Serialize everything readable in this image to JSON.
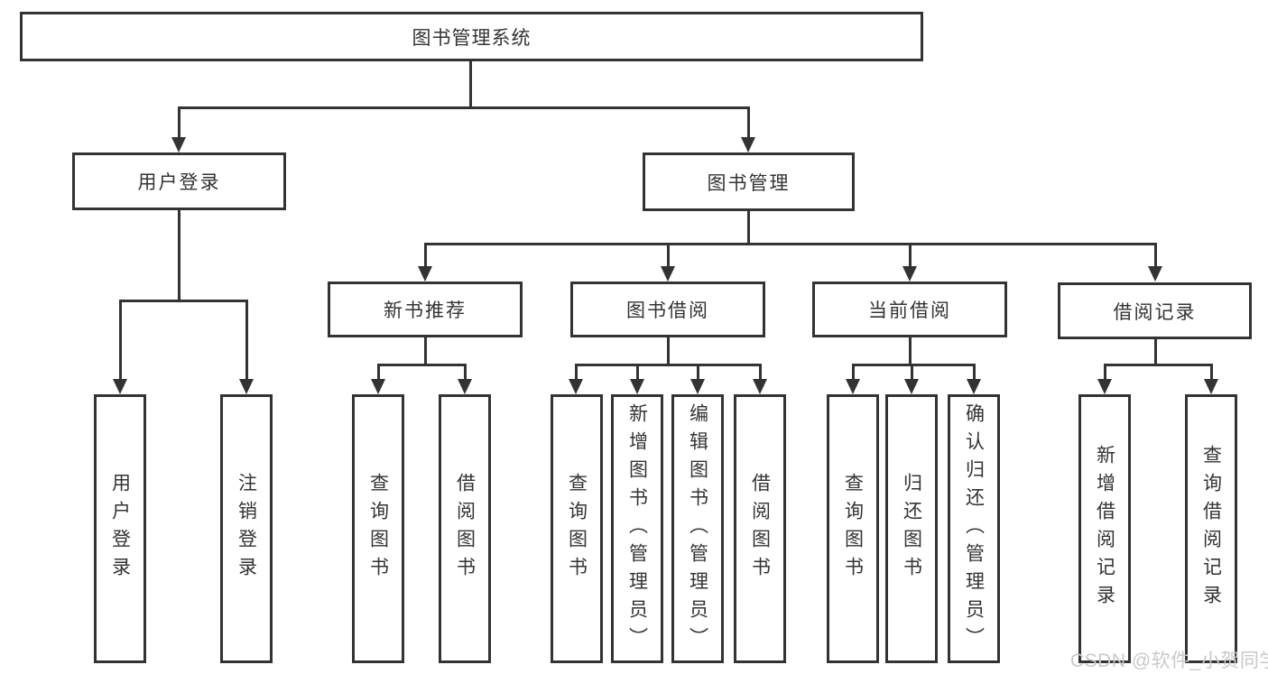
{
  "diagram": {
    "title": "图书管理系统",
    "level2": {
      "user_login": {
        "label": "用户登录"
      },
      "book_mgmt": {
        "label": "图书管理"
      }
    },
    "level3": {
      "new_books": {
        "label": "新书推荐"
      },
      "book_borrow": {
        "label": "图书借阅"
      },
      "current_borrow": {
        "label": "当前借阅"
      },
      "borrow_records": {
        "label": "借阅记录"
      }
    },
    "leaves": {
      "login": {
        "label": "用户登录"
      },
      "logout": {
        "label": "注销登录"
      },
      "nb_query": {
        "label": "查询图书"
      },
      "nb_borrow": {
        "label": "借阅图书"
      },
      "bb_query": {
        "label": "查询图书"
      },
      "bb_add": {
        "label": "新增图书（管理员）"
      },
      "bb_edit": {
        "label": "编辑图书（管理员）"
      },
      "bb_borrow": {
        "label": "借阅图书"
      },
      "cb_query": {
        "label": "查询图书"
      },
      "cb_return": {
        "label": "归还图书"
      },
      "cb_confirm": {
        "label": "确认归还（管理员）"
      },
      "br_add": {
        "label": "新增借阅记录"
      },
      "br_query": {
        "label": "查询借阅记录"
      }
    }
  },
  "watermark": {
    "text": "CSDN @软件_小贺同学",
    "color": "#c9c9c9"
  },
  "colors": {
    "line": "#333333",
    "text": "#333333",
    "background": "#ffffff"
  }
}
